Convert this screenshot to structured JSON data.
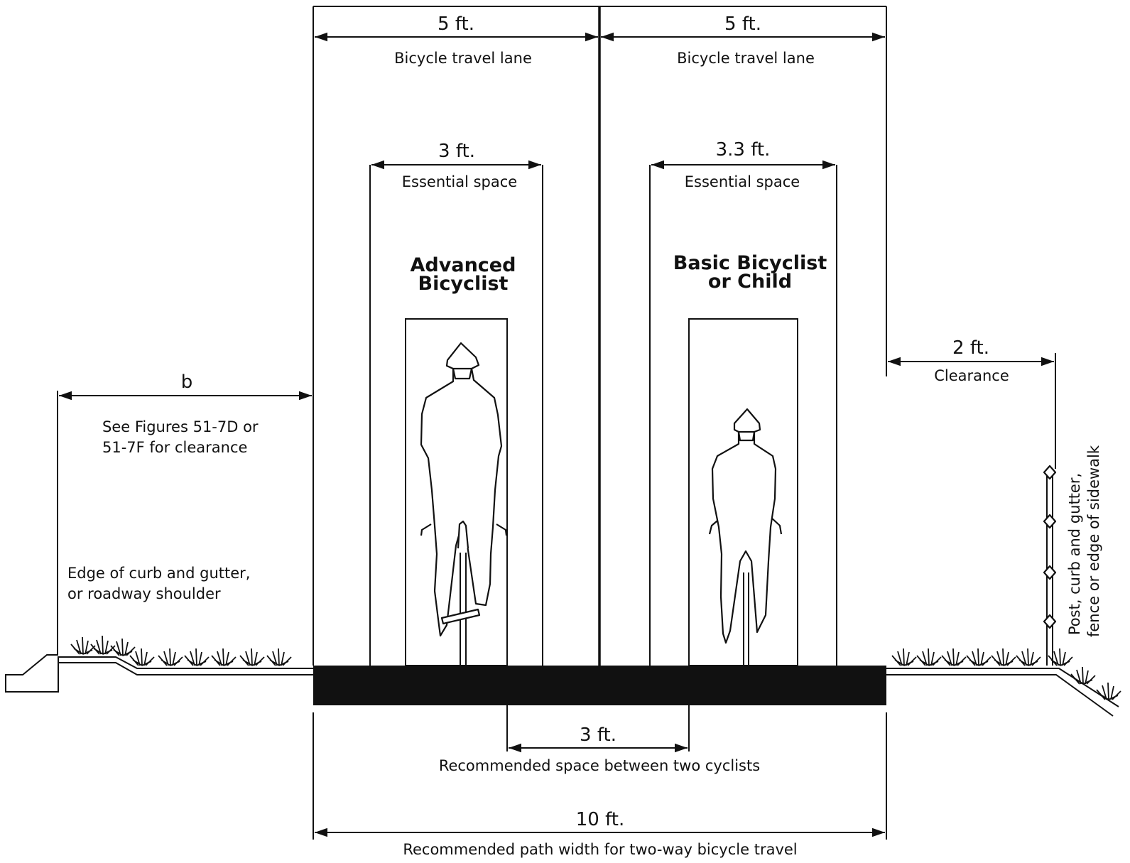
{
  "lanes": {
    "left_width": "5 ft.",
    "left_label": "Bicycle travel lane",
    "right_width": "5 ft.",
    "right_label": "Bicycle travel lane"
  },
  "essential_space": {
    "left_width": "3 ft.",
    "left_label": "Essential space",
    "right_width": "3.3 ft.",
    "right_label": "Essential space"
  },
  "cyclists": {
    "advanced_line1": "Advanced",
    "advanced_line2": "Bicyclist",
    "basic_line1": "Basic Bicyclist",
    "basic_line2": "or Child"
  },
  "left_clearance": {
    "dimension": "b",
    "note_line1": "See Figures 51-7D or",
    "note_line2": "51-7F for clearance",
    "edge_line1": "Edge of curb and gutter,",
    "edge_line2": "or roadway shoulder"
  },
  "right_clearance": {
    "dimension": "2 ft.",
    "label": "Clearance",
    "post_line1": "Post, curb and gutter,",
    "post_line2": "fence or edge of sidewalk"
  },
  "between": {
    "dimension": "3 ft.",
    "label": "Recommended space between two cyclists"
  },
  "path": {
    "dimension": "10 ft.",
    "label": "Recommended path width for two-way bicycle travel"
  }
}
